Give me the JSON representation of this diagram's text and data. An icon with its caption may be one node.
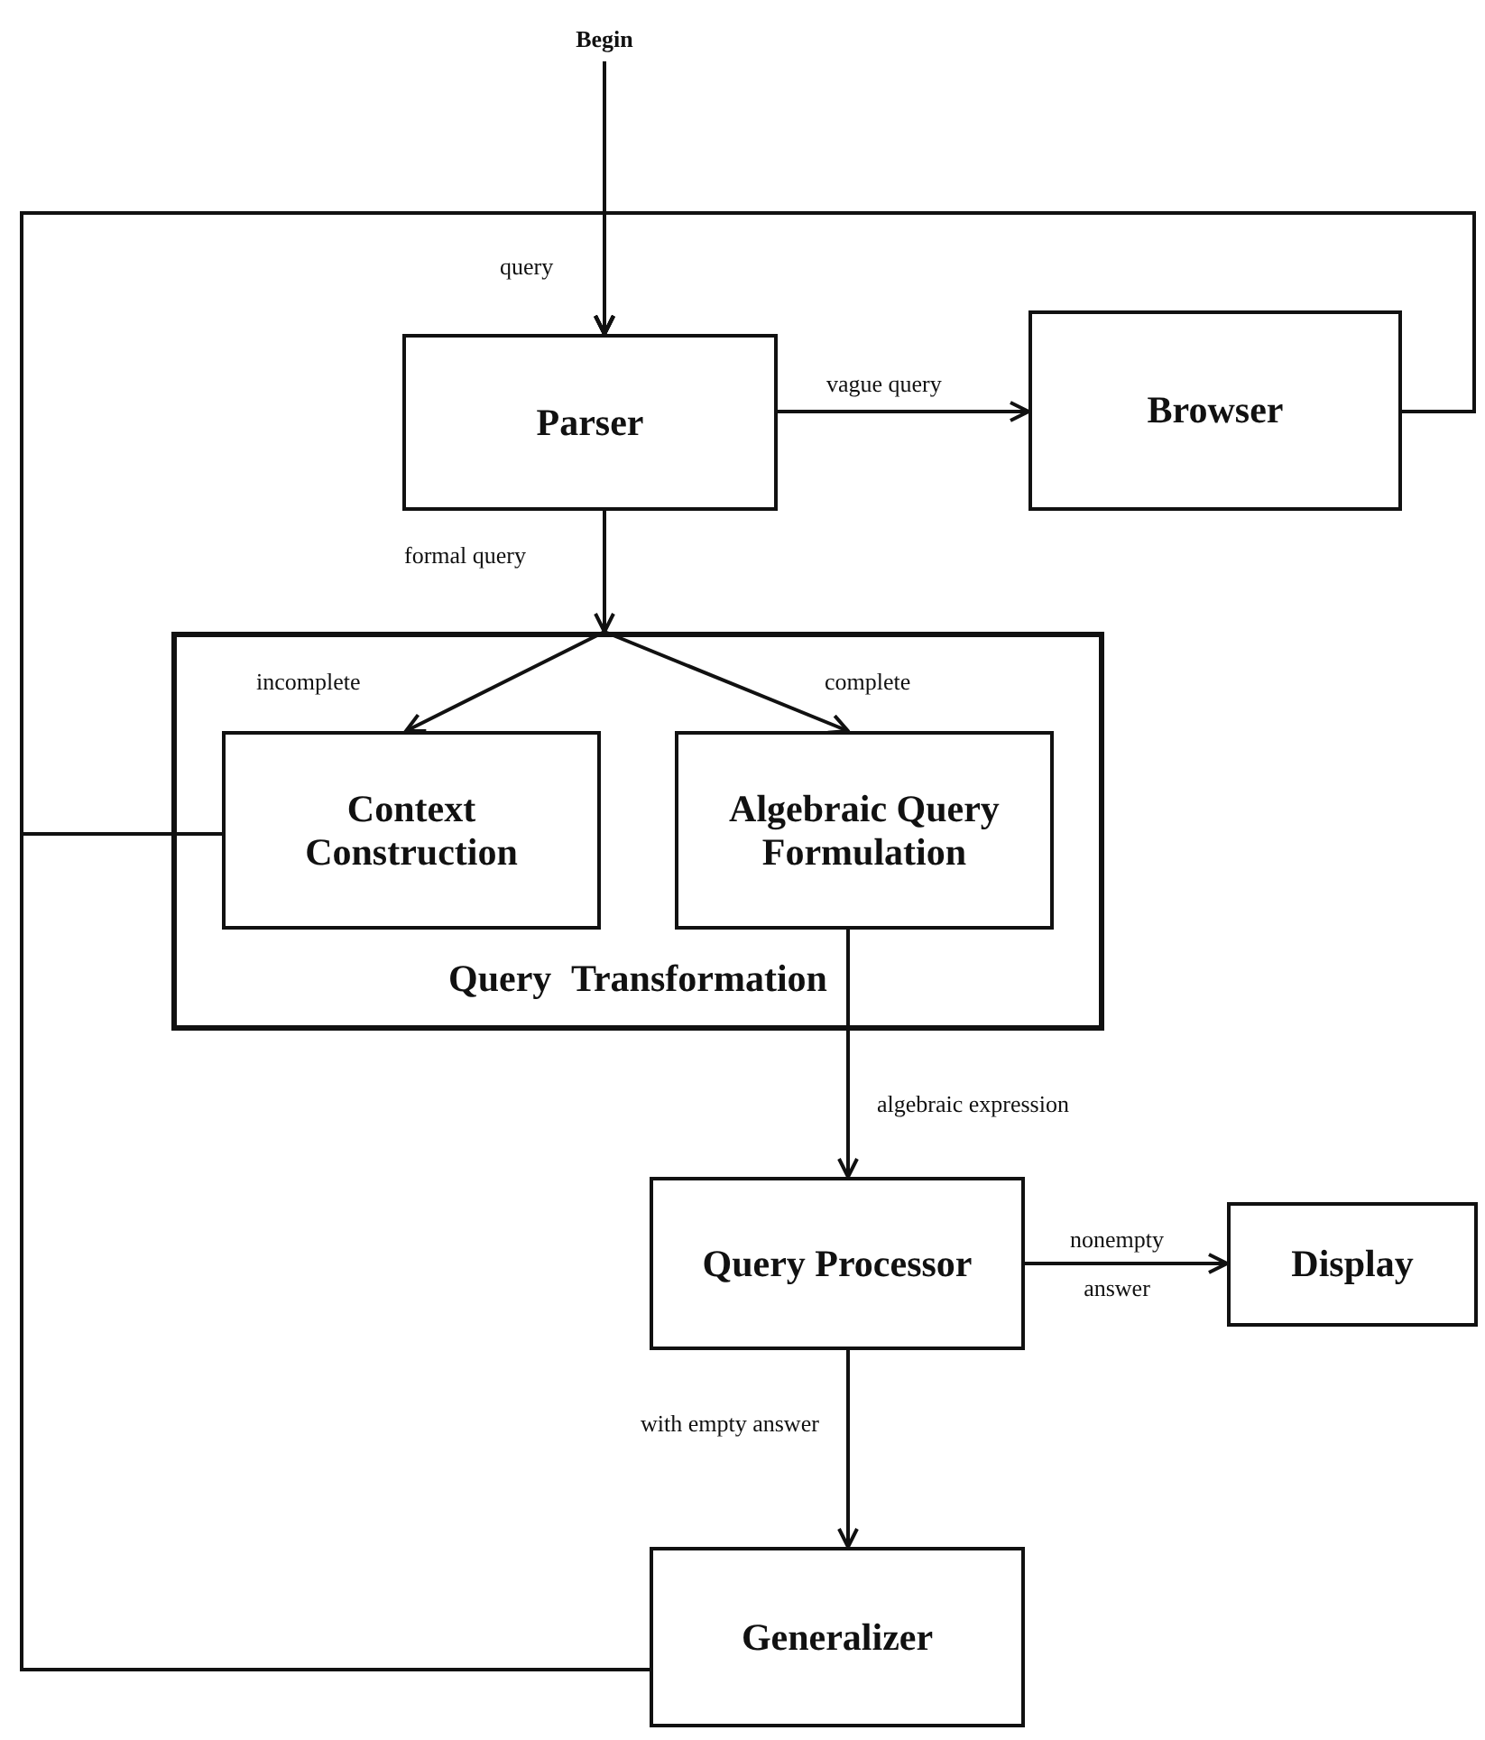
{
  "diagram": {
    "nodes": [
      {
        "text": [
          "Begin"
        ]
      },
      {
        "text": [
          "Parser"
        ]
      },
      {
        "text": [
          "Browser"
        ]
      },
      {
        "text": [
          "Query Transformation"
        ]
      },
      {
        "text": [
          "Context Construction"
        ],
        "in": 3
      },
      {
        "text": [
          "Algebraic Query Formulation"
        ],
        "in": 3
      },
      {
        "text": [
          "Query Processor"
        ]
      },
      {
        "text": [
          "Display"
        ]
      },
      {
        "text": [
          "Generalizer"
        ]
      }
    ],
    "edges": [
      {
        "from": 0,
        "to": 1,
        "arrow": "to",
        "label": "query"
      },
      {
        "from": 1,
        "to": 2,
        "arrow": "to",
        "label": "vague query"
      },
      {
        "from": 1,
        "to": 3,
        "arrow": "to",
        "label": "formal query"
      },
      {
        "from": 3,
        "to": 4,
        "arrow": "to",
        "label": "incomplete"
      },
      {
        "from": 3,
        "to": 5,
        "arrow": "to",
        "label": "complete"
      },
      {
        "from": 5,
        "to": 6,
        "arrow": "to",
        "label": "algebraic expression"
      },
      {
        "from": 6,
        "to": 7,
        "arrow": "to",
        "label": "nonempty answer"
      },
      {
        "from": 6,
        "to": 8,
        "arrow": "to",
        "label": "with empty answer"
      },
      {
        "from": 4,
        "to": 1,
        "arrow": "to"
      },
      {
        "from": 8,
        "to": 1,
        "arrow": "to"
      },
      {
        "from": 2,
        "to": 1,
        "arrow": "to"
      }
    ]
  }
}
